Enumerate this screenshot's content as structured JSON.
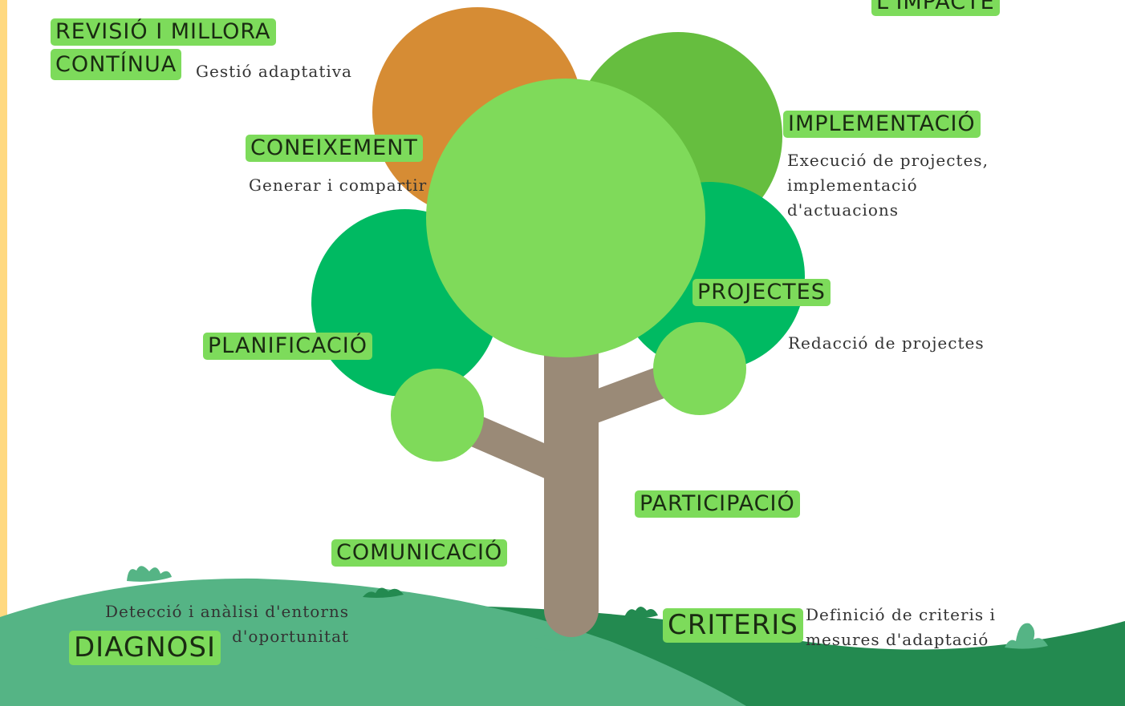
{
  "colors": {
    "tag_bg": "#7DDB5B",
    "frame": "#FFD980",
    "trunk": "#9A8A77",
    "ground_light": "#55B485",
    "ground_dark": "#238A50",
    "canopy_orange": "#D68C34",
    "canopy_mid_green": "#66BE3F",
    "canopy_emerald": "#00BA62",
    "canopy_light": "#7FDA5A"
  },
  "stages": {
    "impacte": {
      "label": "L'IMPACTE"
    },
    "revisio": {
      "label_line1": "REVISIÓ I MILLORA",
      "label_line2": "CONTÍNUA",
      "desc": "Gestió adaptativa"
    },
    "coneixement": {
      "label": "CONEIXEMENT",
      "desc": "Generar i compartir"
    },
    "implementacio": {
      "label": "IMPLEMENTACIÓ",
      "desc_lines": [
        "Execució de projectes,",
        "implementació",
        "d'actuacions"
      ]
    },
    "projectes": {
      "label": "PROJECTES",
      "desc": "Redacció de projectes"
    },
    "planificacio": {
      "label": "PLANIFICACIÓ"
    },
    "participacio": {
      "label": "PARTICIPACIÓ"
    },
    "comunicacio": {
      "label": "COMUNICACIÓ"
    },
    "diagnosi": {
      "label": "DIAGNOSI",
      "desc_lines": [
        "Detecció i anàlisi d'entorns",
        "d'oportunitat"
      ]
    },
    "criteris": {
      "label": "CRITERIS",
      "desc_lines": [
        "Definició de criteris i",
        "mesures d'adaptació"
      ]
    }
  }
}
